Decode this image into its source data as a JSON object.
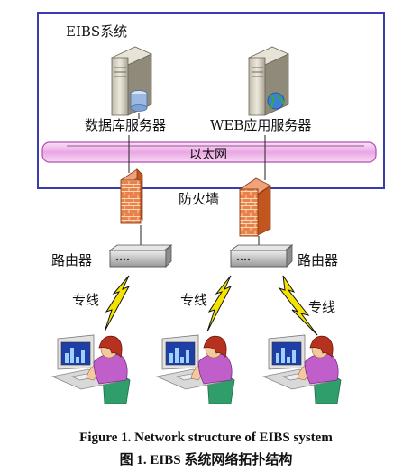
{
  "system_box": {
    "title": "EIBS系统"
  },
  "servers": [
    {
      "label": "数据库服务器",
      "icon": "database-server-icon"
    },
    {
      "label": "WEB应用服务器",
      "icon": "web-server-icon"
    }
  ],
  "network": {
    "label": "以太网"
  },
  "firewall": {
    "label": "防火墙",
    "icon": "firewall-icon"
  },
  "routers": [
    {
      "label": "路由器",
      "icon": "router-icon"
    },
    {
      "label": "路由器",
      "icon": "router-icon"
    }
  ],
  "links": [
    {
      "label": "专线",
      "icon": "lightning-icon"
    },
    {
      "label": "专线",
      "icon": "lightning-icon"
    },
    {
      "label": "专线",
      "icon": "lightning-icon"
    }
  ],
  "clients": [
    {
      "icon": "client-workstation-icon"
    },
    {
      "icon": "client-workstation-icon"
    },
    {
      "icon": "client-workstation-icon"
    }
  ],
  "caption": {
    "english": "Figure 1. Network structure of EIBS system",
    "chinese": "图 1. EIBS 系统网络拓扑结构"
  },
  "colors": {
    "system_border": "#3b3bb0",
    "ethernet_fill": "#f2c6ef",
    "ethernet_border": "#b44db0",
    "lightning": "#f4e300"
  }
}
